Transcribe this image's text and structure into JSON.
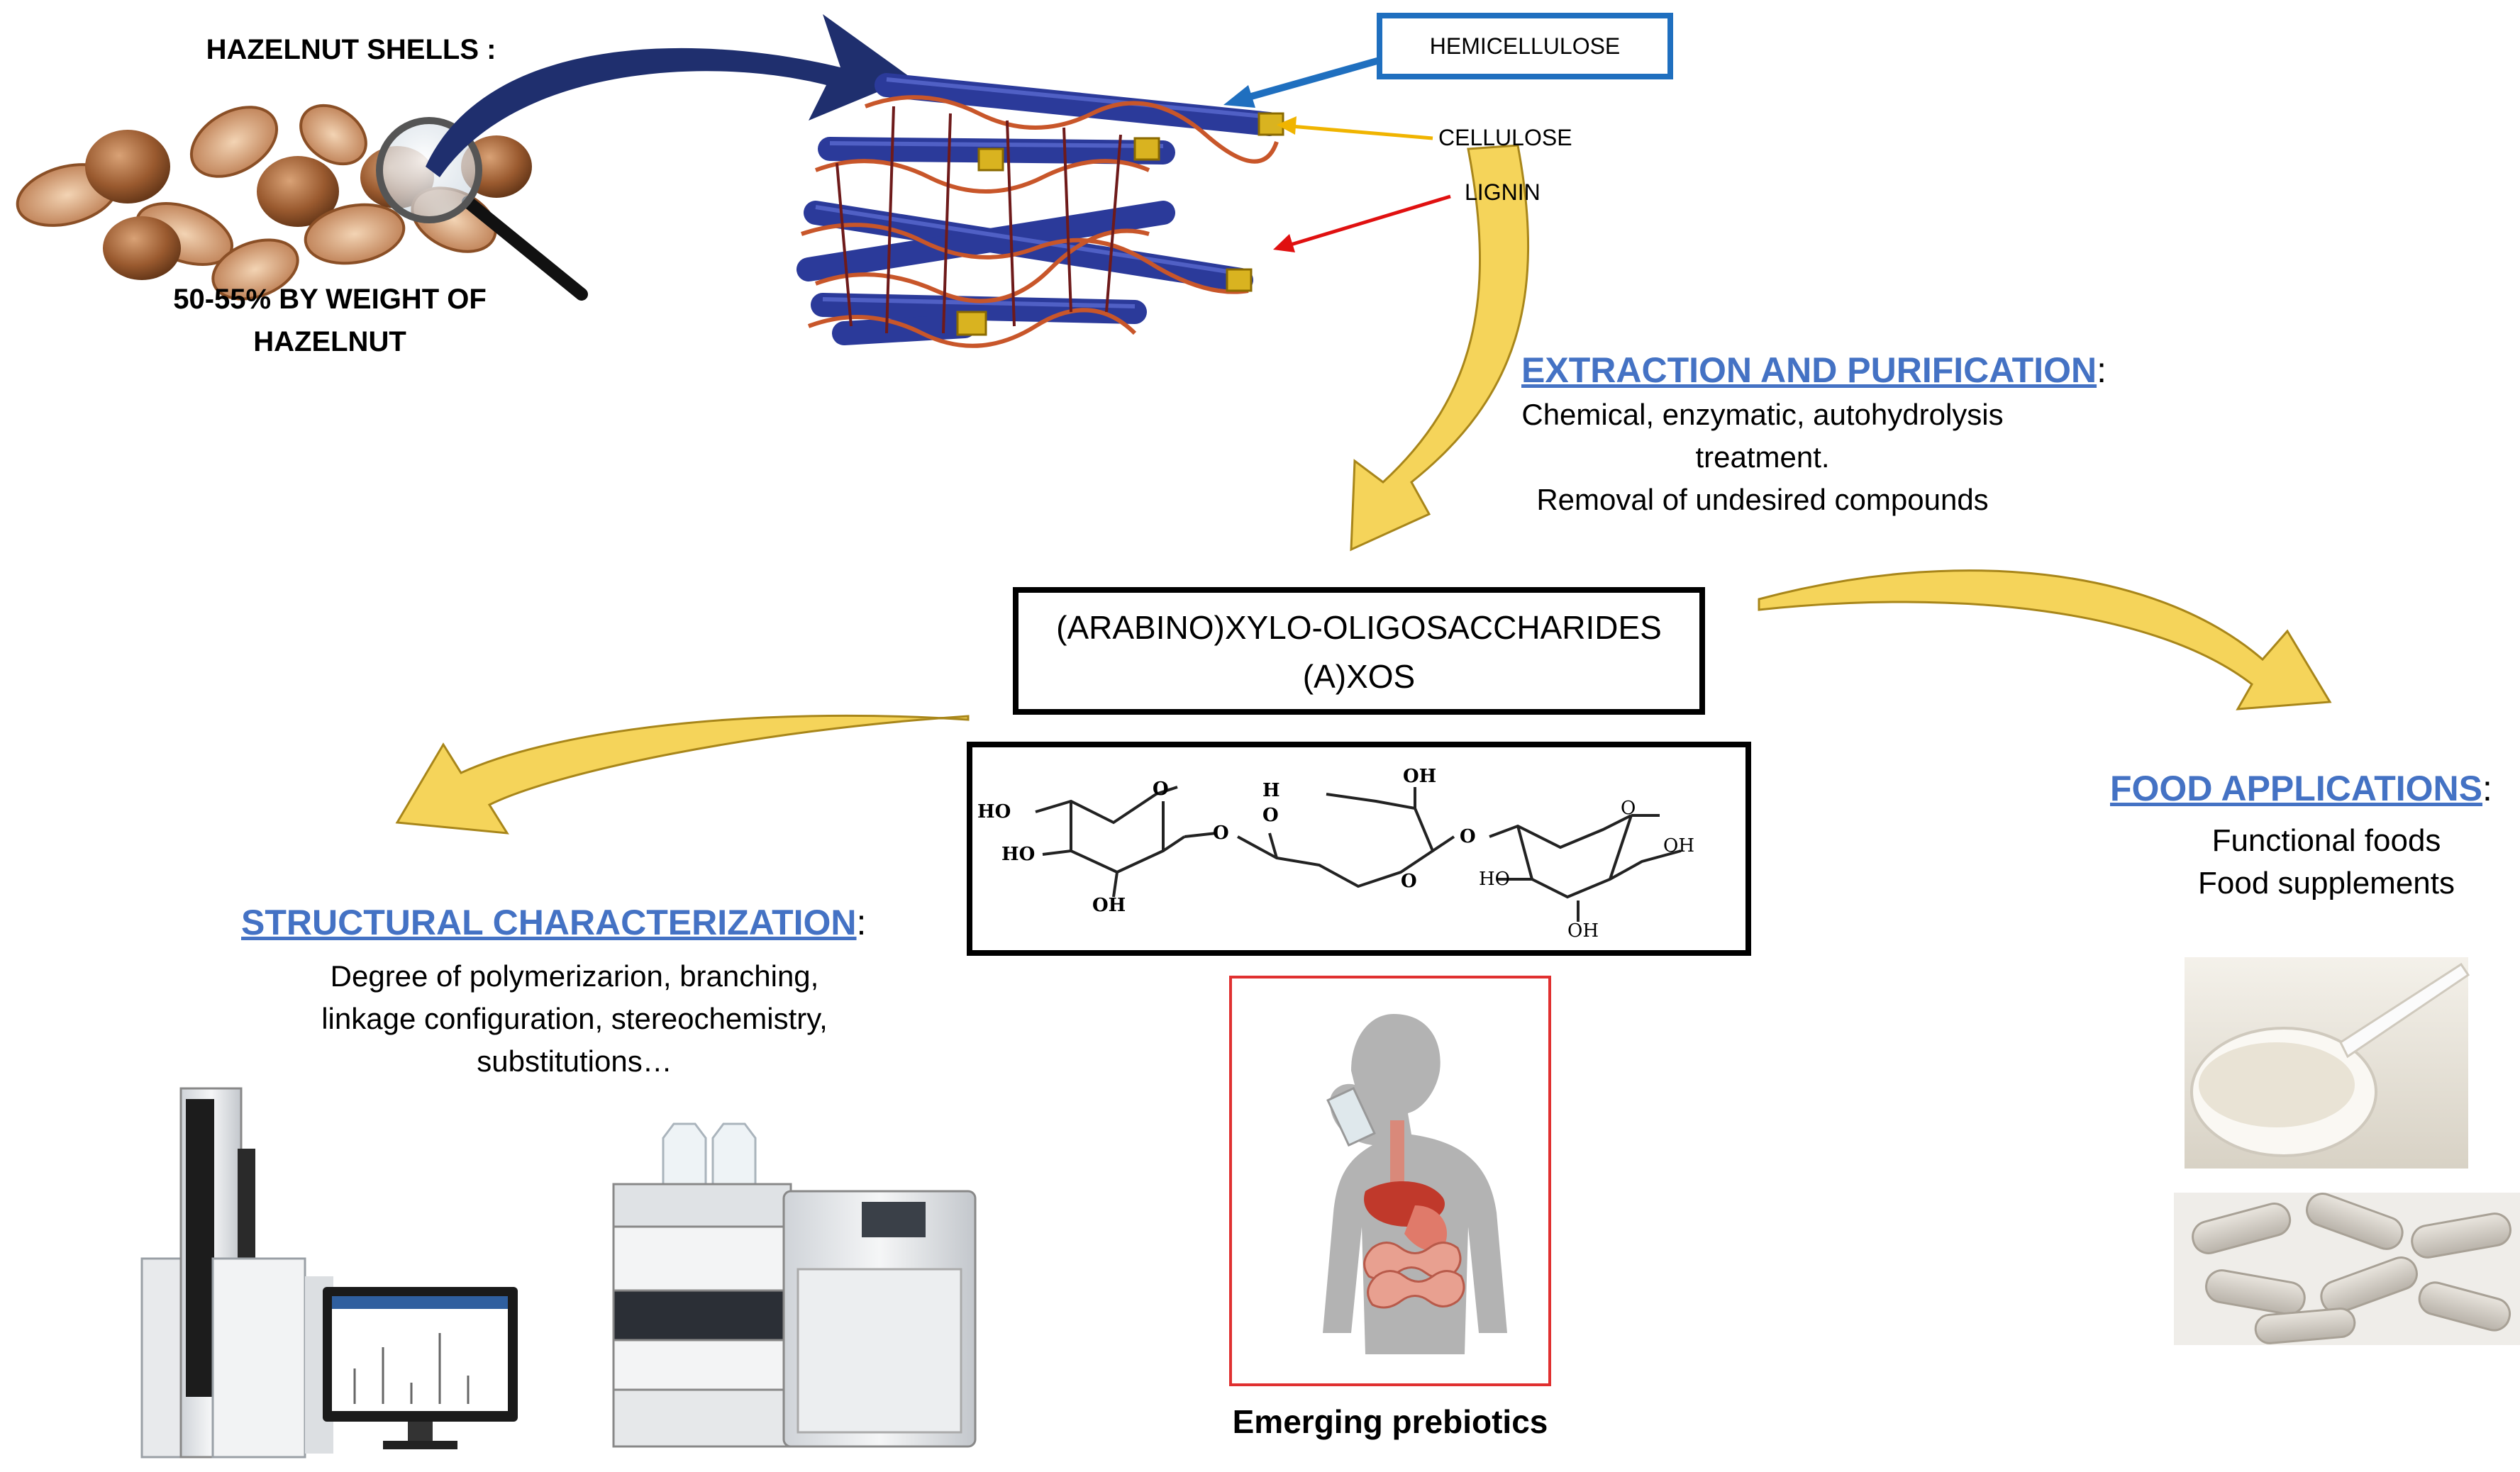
{
  "hazelnut": {
    "title": "HAZELNUT SHELLS :",
    "weight_line1": "50-55% BY WEIGHT OF",
    "weight_line2": "HAZELNUT"
  },
  "components": {
    "hemicellulose": "HEMICELLULOSE",
    "cellulose": "CELLULOSE",
    "lignin": "LIGNIN"
  },
  "extraction": {
    "heading": "EXTRACTION AND PURIFICATION",
    "colon": ":",
    "line1": "Chemical, enzymatic, autohydrolysis",
    "line2": "treatment.",
    "line3": "Removal of undesired compounds"
  },
  "product": {
    "line1": "(ARABINO)XYLO-OLIGOSACCHARIDES",
    "line2": "(A)XOS"
  },
  "molecule": {
    "ho1": "HO",
    "ho2": "HO",
    "oh1": "OH",
    "o_ring1": "O",
    "o_link1": "O",
    "h_label": "H",
    "o_label": "O",
    "oh2": "OH",
    "o_ring2": "O",
    "o_link2": "O",
    "ho3": "HO",
    "o_ring3": "O",
    "oh3": "OH",
    "oh4": "OH"
  },
  "structural": {
    "heading": "STRUCTURAL CHARACTERIZATION",
    "colon": ":",
    "line1": "Degree of polymerizarion, branching,",
    "line2": "linkage configuration, stereochemistry,",
    "line3": "substitutions…"
  },
  "food": {
    "heading": "FOOD APPLICATIONS",
    "colon": ":",
    "line1": "Functional foods",
    "line2": "Food supplements"
  },
  "prebiotics": {
    "caption": "Emerging prebiotics"
  },
  "colors": {
    "dark_arrow": "#1f2f6e",
    "yellow_arrow": "#f5d45a",
    "hemicellulose_box": "#1f6fbf",
    "cellulose_arrow": "#f0b400",
    "lignin_arrow": "#e01010",
    "heading_blue": "#4472c4",
    "prebiotic_frame": "#e03030"
  }
}
